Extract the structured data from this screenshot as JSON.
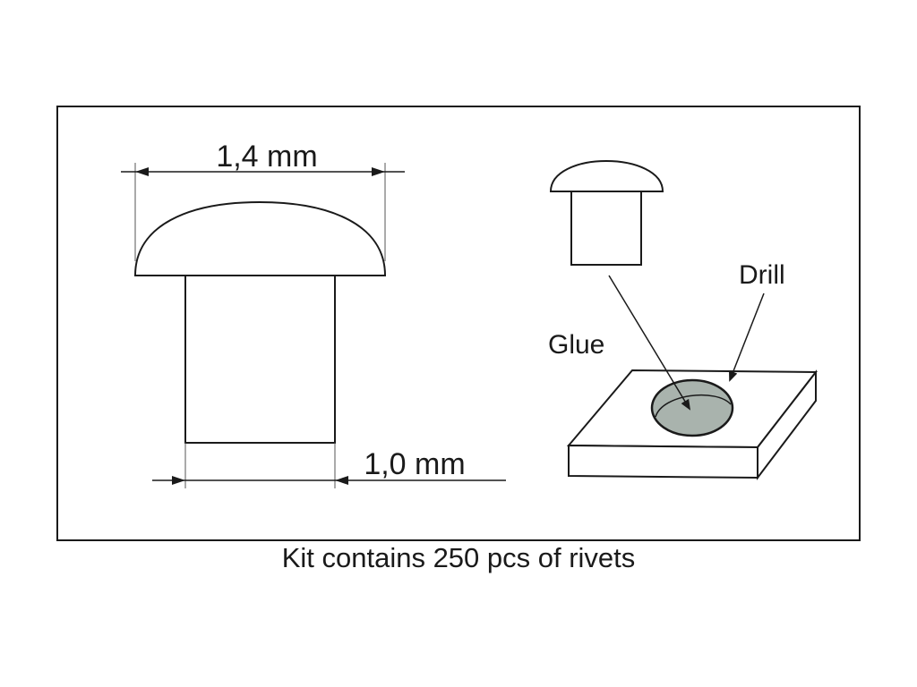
{
  "labels": {
    "head_width": "1,4 mm",
    "shank_width": "1,0 mm",
    "drill": "Drill",
    "glue": "Glue"
  },
  "caption": "Kit contains 250 pcs of rivets",
  "colors": {
    "stroke": "#1a1a1a",
    "hole_fill": "#a9b3ad",
    "background": "#ffffff"
  }
}
